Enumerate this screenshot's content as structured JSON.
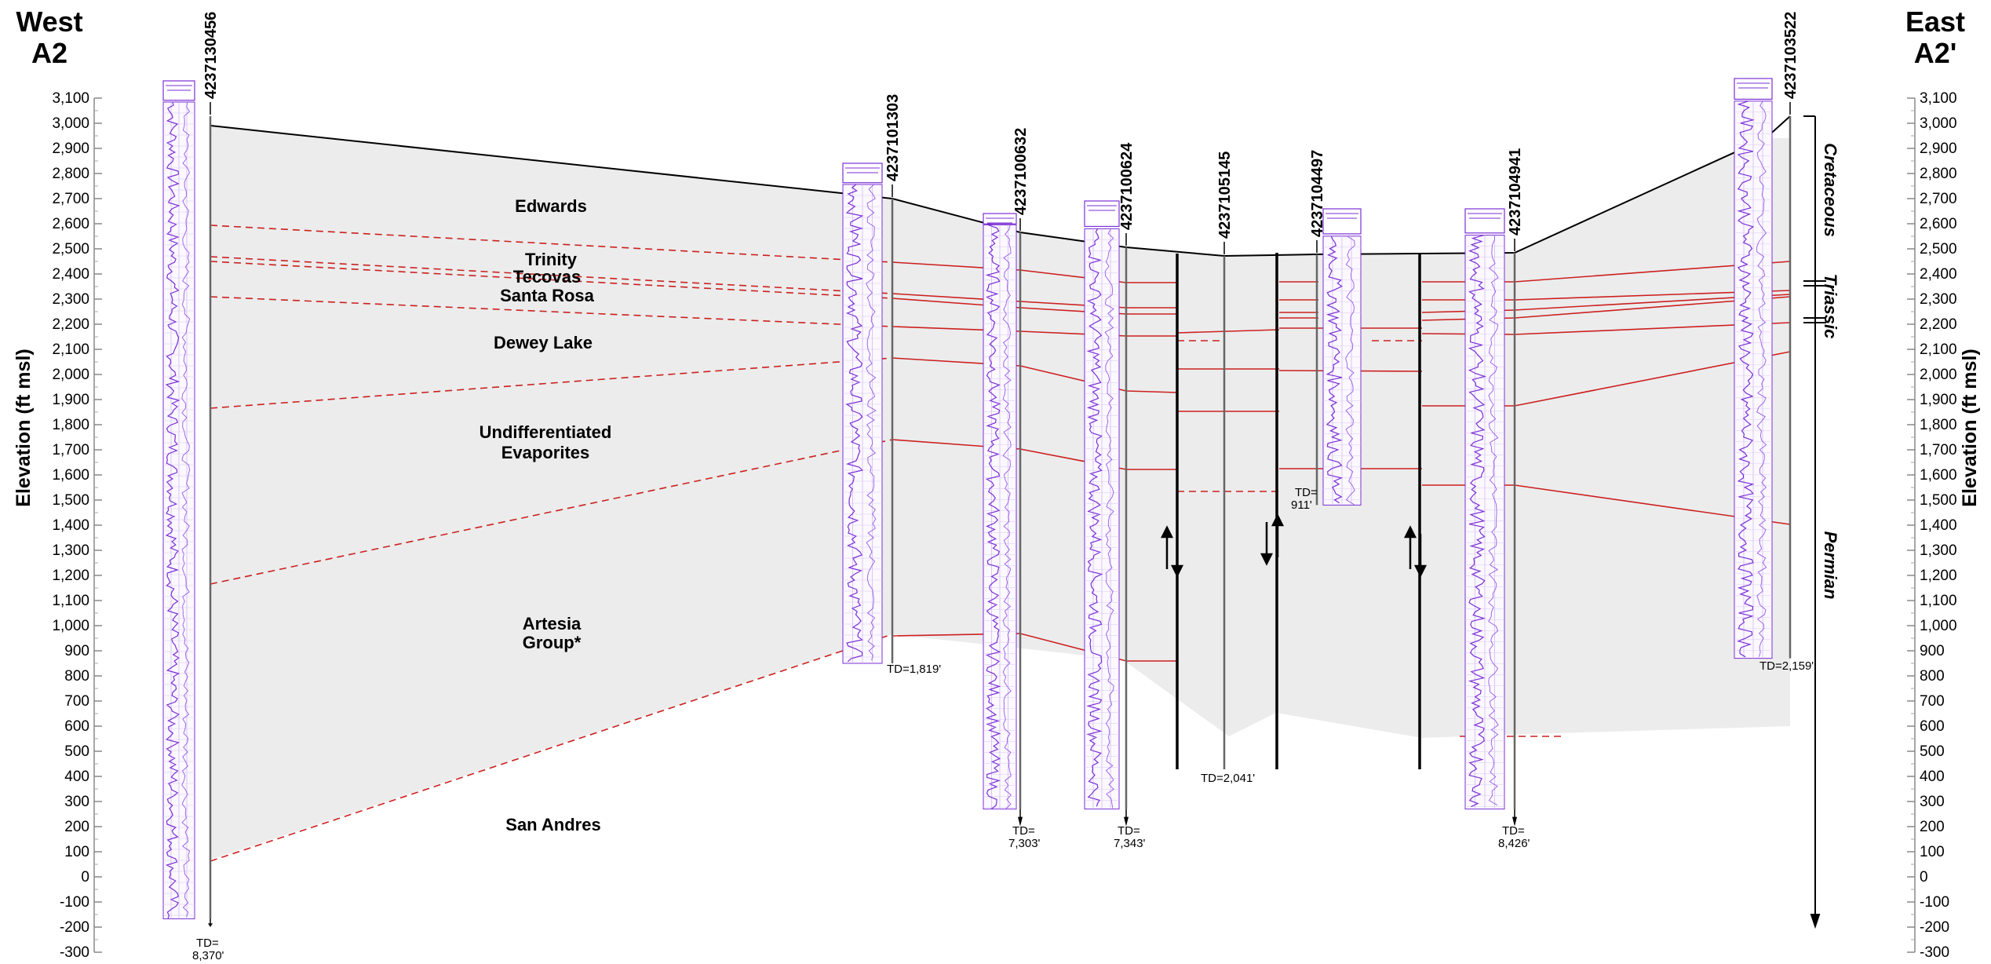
{
  "section": {
    "west_label": "West",
    "west_id": "A2",
    "east_label": "East",
    "east_id": "A2'"
  },
  "axis": {
    "label": "Elevation (ft msl)",
    "ticks": [
      "3,100",
      "3,000",
      "2,900",
      "2,800",
      "2,700",
      "2,600",
      "2,500",
      "2,400",
      "2,300",
      "2,200",
      "2,100",
      "2,000",
      "1,900",
      "1,800",
      "1,700",
      "1,600",
      "1,500",
      "1,400",
      "1,300",
      "1,200",
      "1,100",
      "1,000",
      "900",
      "800",
      "700",
      "600",
      "500",
      "400",
      "300",
      "200",
      "100",
      "0",
      "-100",
      "-200",
      "-300"
    ]
  },
  "formations": {
    "edwards": "Edwards",
    "trinity": "Trinity",
    "tecovas": "Tecovas",
    "santa_rosa": "Santa Rosa",
    "dewey_lake": "Dewey Lake",
    "undiff_1": "Undifferentiated",
    "undiff_2": "Evaporites",
    "artesia_1": "Artesia",
    "artesia_2": "Group*",
    "san_andres": "San Andres"
  },
  "ages": {
    "cretaceous": "Cretaceous",
    "triassic": "Triassic",
    "permian": "Permian"
  },
  "wells": [
    {
      "id": "4237130456",
      "td_line1": "TD=",
      "td_line2": "8,370'"
    },
    {
      "id": "4237101303",
      "td_line1": "TD=1,819'",
      "td_line2": ""
    },
    {
      "id": "4237100632",
      "td_line1": "TD=",
      "td_line2": "7,303'"
    },
    {
      "id": "4237100624",
      "td_line1": "TD=",
      "td_line2": "7,343'"
    },
    {
      "id": "4237105145",
      "td_line1": "TD=2,041'",
      "td_line2": ""
    },
    {
      "id": "4237104497",
      "td_line1": "TD=",
      "td_line2": "911'"
    },
    {
      "id": "4237104941",
      "td_line1": "TD=",
      "td_line2": "8,426'"
    },
    {
      "id": "4237103522",
      "td_line1": "TD=2,159'",
      "td_line2": ""
    }
  ],
  "colors": {
    "contact": "#cc2020",
    "log_trace": "#7b2fd6",
    "fill": "#ececec"
  }
}
